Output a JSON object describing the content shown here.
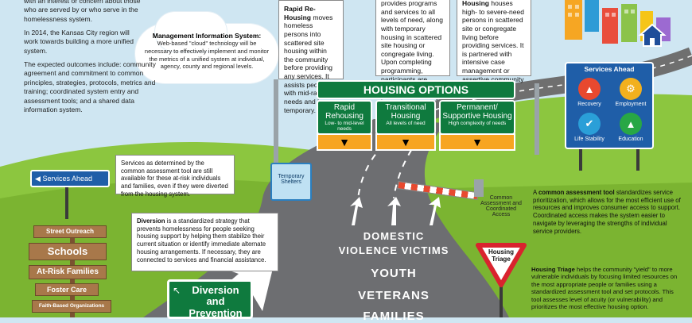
{
  "intro": {
    "p1": "with an interest or concern about those who are served by or who serve in the homelessness system.",
    "p2": "In 2014, the Kansas City region will work towards building a more unified system.",
    "p3": "The expected outcomes include: community agreement and commitment to common principles, strategies, protocols, metrics and training; coordinated system entry and assessment tools; and a shared data information system."
  },
  "mis": {
    "title": "Management Information System:",
    "body": "Web-based \"cloud\" technology will be necessary to effectively implement and monitor the metrics of a unified system at individual, agency, county and regional levels."
  },
  "rapid_note": {
    "title": "Rapid Re-Housing",
    "body": " moves homeless persons into scattered site housing within the community before providing any services. It assists people with mid-range needs and is temporary."
  },
  "transitional_note": {
    "body": "provides programs and services to all levels of need, along with temporary housing in scattered site housing or congregate living. Upon completing programming, participants are assisted into permanent housing."
  },
  "permanent_note": {
    "title": "Housing",
    "body": " houses high- to severe-need persons in scattered site or congregate living before providing services. It is partnered with intensive case management or assertive community treatment."
  },
  "housing_options": {
    "title": "HOUSING OPTIONS",
    "lanes": [
      {
        "title": "Rapid Rehousing",
        "sub": "Low- to mid-level needs"
      },
      {
        "title": "Transitional Housing",
        "sub": "All levels of need"
      },
      {
        "title": "Permanent/ Supportive Housing",
        "sub": "High complexity of needs"
      }
    ]
  },
  "services_ahead": {
    "title": "Services Ahead",
    "items": [
      {
        "label": "Recovery",
        "icon": "recovery-icon",
        "color": "#e8492f"
      },
      {
        "label": "Employment",
        "icon": "employment-icon",
        "color": "#f2b01e"
      },
      {
        "label": "Life Stability",
        "icon": "handshake-icon",
        "color": "#2a9fd8"
      },
      {
        "label": "Education",
        "icon": "graduation-icon",
        "color": "#28a745"
      }
    ]
  },
  "left_sign": {
    "label": "Services Ahead"
  },
  "common_note": {
    "body": "Services as determined by the common assessment tool are still available for these at-risk individuals and families, even if they were diverted from the housing system."
  },
  "shelter": {
    "label": "Temporary Shelters"
  },
  "gate": {
    "label": "Common Assessment and Coordinated Access"
  },
  "cat_note": {
    "pre": "A ",
    "title": "common assessment tool",
    "body": " standardizes service prioritization, which allows for the most efficient use of resources and improves consumer access to support. Coordinated access makes the system easier to navigate by leveraging the strengths of individual service providers."
  },
  "diversion_note": {
    "title": "Diversion",
    "body": " is a standardized strategy that prevents homelessness for people seeking housing support by helping them stabilize their current situation or identify immediate alternate housing arrangements. If necessary, they are connected to services and financial assistance."
  },
  "triage": {
    "label": "Housing Triage"
  },
  "triage_note": {
    "title": "Housing Triage",
    "body": " helps the community \"yield\" to more vulnerable individuals by focusing limited resources on the most appropriate people or families using a standardized assessment tool and set protocols. This tool assesses level of acuity (or vulnerability) and prioritizes the most effective housing option."
  },
  "wood_signs": [
    "Street Outreach",
    "Schools",
    "At-Risk Families",
    "Foster Care",
    "Faith-Based Organizations"
  ],
  "diversion_sign": {
    "label": "Diversion and Prevention"
  },
  "road_words": [
    "DOMESTIC",
    "VIOLENCE VICTIMS",
    "YOUTH",
    "VETERANS",
    "FAMILIES"
  ]
}
